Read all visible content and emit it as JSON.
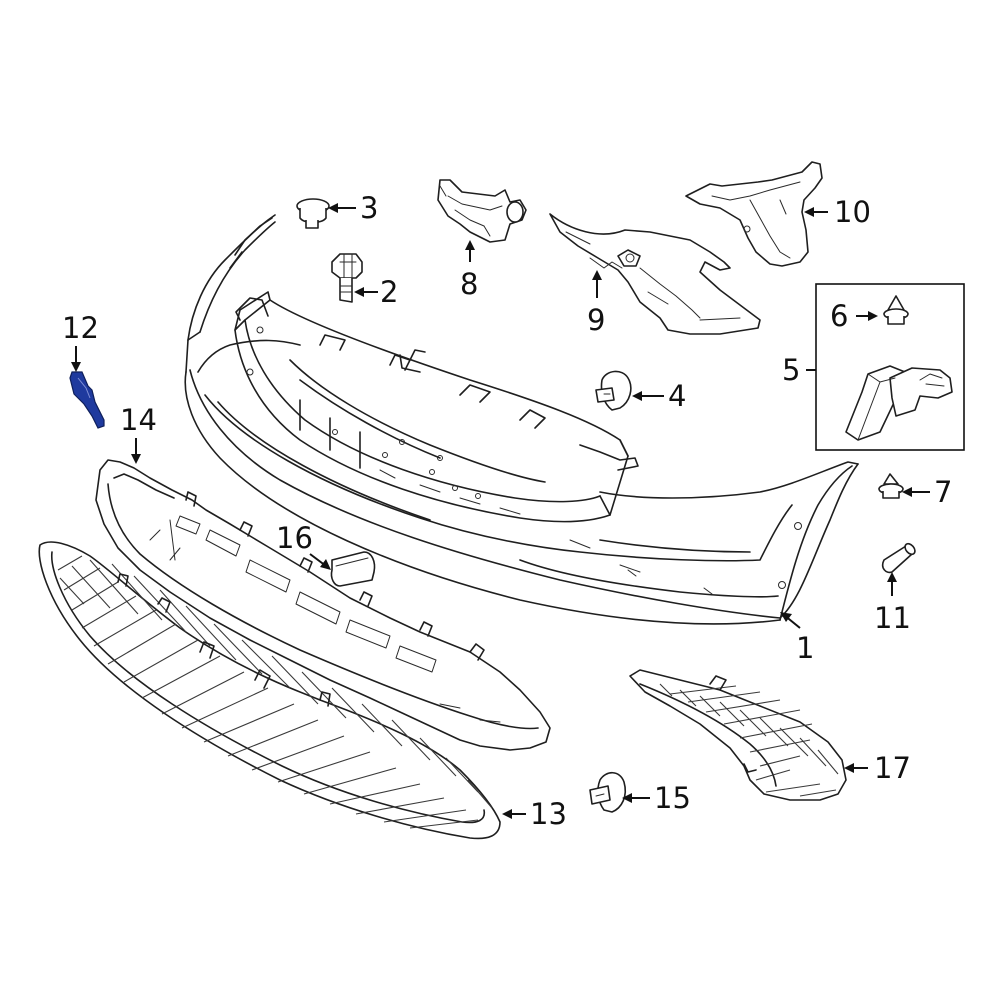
{
  "callouts": [
    {
      "id": "1",
      "label": "1"
    },
    {
      "id": "2",
      "label": "2"
    },
    {
      "id": "3",
      "label": "3"
    },
    {
      "id": "4",
      "label": "4"
    },
    {
      "id": "5",
      "label": "5"
    },
    {
      "id": "6",
      "label": "6"
    },
    {
      "id": "7",
      "label": "7"
    },
    {
      "id": "8",
      "label": "8"
    },
    {
      "id": "9",
      "label": "9"
    },
    {
      "id": "10",
      "label": "10"
    },
    {
      "id": "11",
      "label": "11"
    },
    {
      "id": "12",
      "label": "12"
    },
    {
      "id": "13",
      "label": "13"
    },
    {
      "id": "14",
      "label": "14"
    },
    {
      "id": "15",
      "label": "15"
    },
    {
      "id": "16",
      "label": "16"
    },
    {
      "id": "17",
      "label": "17"
    }
  ],
  "highlight": {
    "part": "12",
    "color": "#1f3a9e"
  },
  "colors": {
    "line": "#1f1f1f",
    "background": "#ffffff"
  }
}
